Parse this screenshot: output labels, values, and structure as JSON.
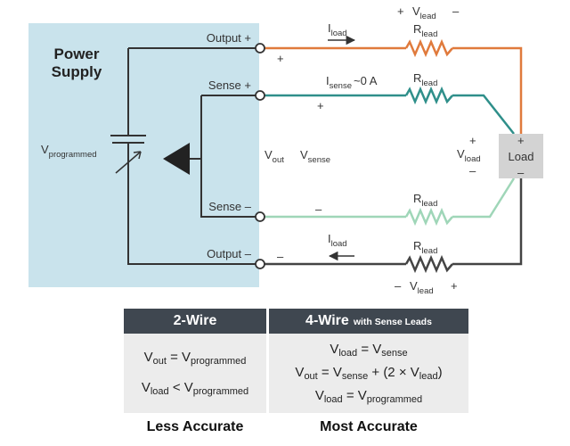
{
  "diagram": {
    "power_supply": "Power Supply",
    "terminals": [
      "Output +",
      "Sense +",
      "Sense –",
      "Output –"
    ],
    "polarity_plus": "+",
    "polarity_minus": "–",
    "vprog": {
      "main": "V",
      "sub": "programmed"
    },
    "vout": {
      "main": "V",
      "sub": "out"
    },
    "vsense": {
      "main": "V",
      "sub": "sense"
    },
    "vload": {
      "main": "V",
      "sub": "load"
    },
    "vlead": {
      "main": "V",
      "sub": "lead"
    },
    "iload": {
      "main": "I",
      "sub": "load"
    },
    "isense": {
      "main": "I",
      "sub": "sense",
      "tail": "~0 A"
    },
    "rlead": {
      "main": "R",
      "sub": "lead"
    },
    "load": "Load"
  },
  "colors": {
    "output_plus_wire": "#e07a3c",
    "sense_plus_wire": "#2f8f8a",
    "sense_minus_wire": "#9fd6b8",
    "output_minus_wire": "#444444",
    "supply_box": "#c9e3ec",
    "load_box": "#d3d3d3",
    "table_header": "#3f4750",
    "table_body": "#ececec"
  },
  "table": {
    "two_wire": {
      "title": "2-Wire",
      "rows": [
        [
          {
            "m": "V",
            "s": "out"
          },
          " = ",
          {
            "m": "V",
            "s": "programmed"
          }
        ],
        [
          {
            "m": "V",
            "s": "load"
          },
          " < ",
          {
            "m": "V",
            "s": "programmed"
          }
        ]
      ],
      "footer": "Less Accurate"
    },
    "four_wire": {
      "title": "4-Wire",
      "title_small": "with Sense Leads",
      "rows": [
        [
          {
            "m": "V",
            "s": "load"
          },
          " = ",
          {
            "m": "V",
            "s": "sense"
          }
        ],
        [
          {
            "m": "V",
            "s": "out"
          },
          " = ",
          {
            "m": "V",
            "s": "sense"
          },
          " + (2 × ",
          {
            "m": "V",
            "s": "lead"
          },
          ")"
        ],
        [
          {
            "m": "V",
            "s": "load"
          },
          " = ",
          {
            "m": "V",
            "s": "programmed"
          }
        ]
      ],
      "footer": "Most Accurate"
    }
  }
}
